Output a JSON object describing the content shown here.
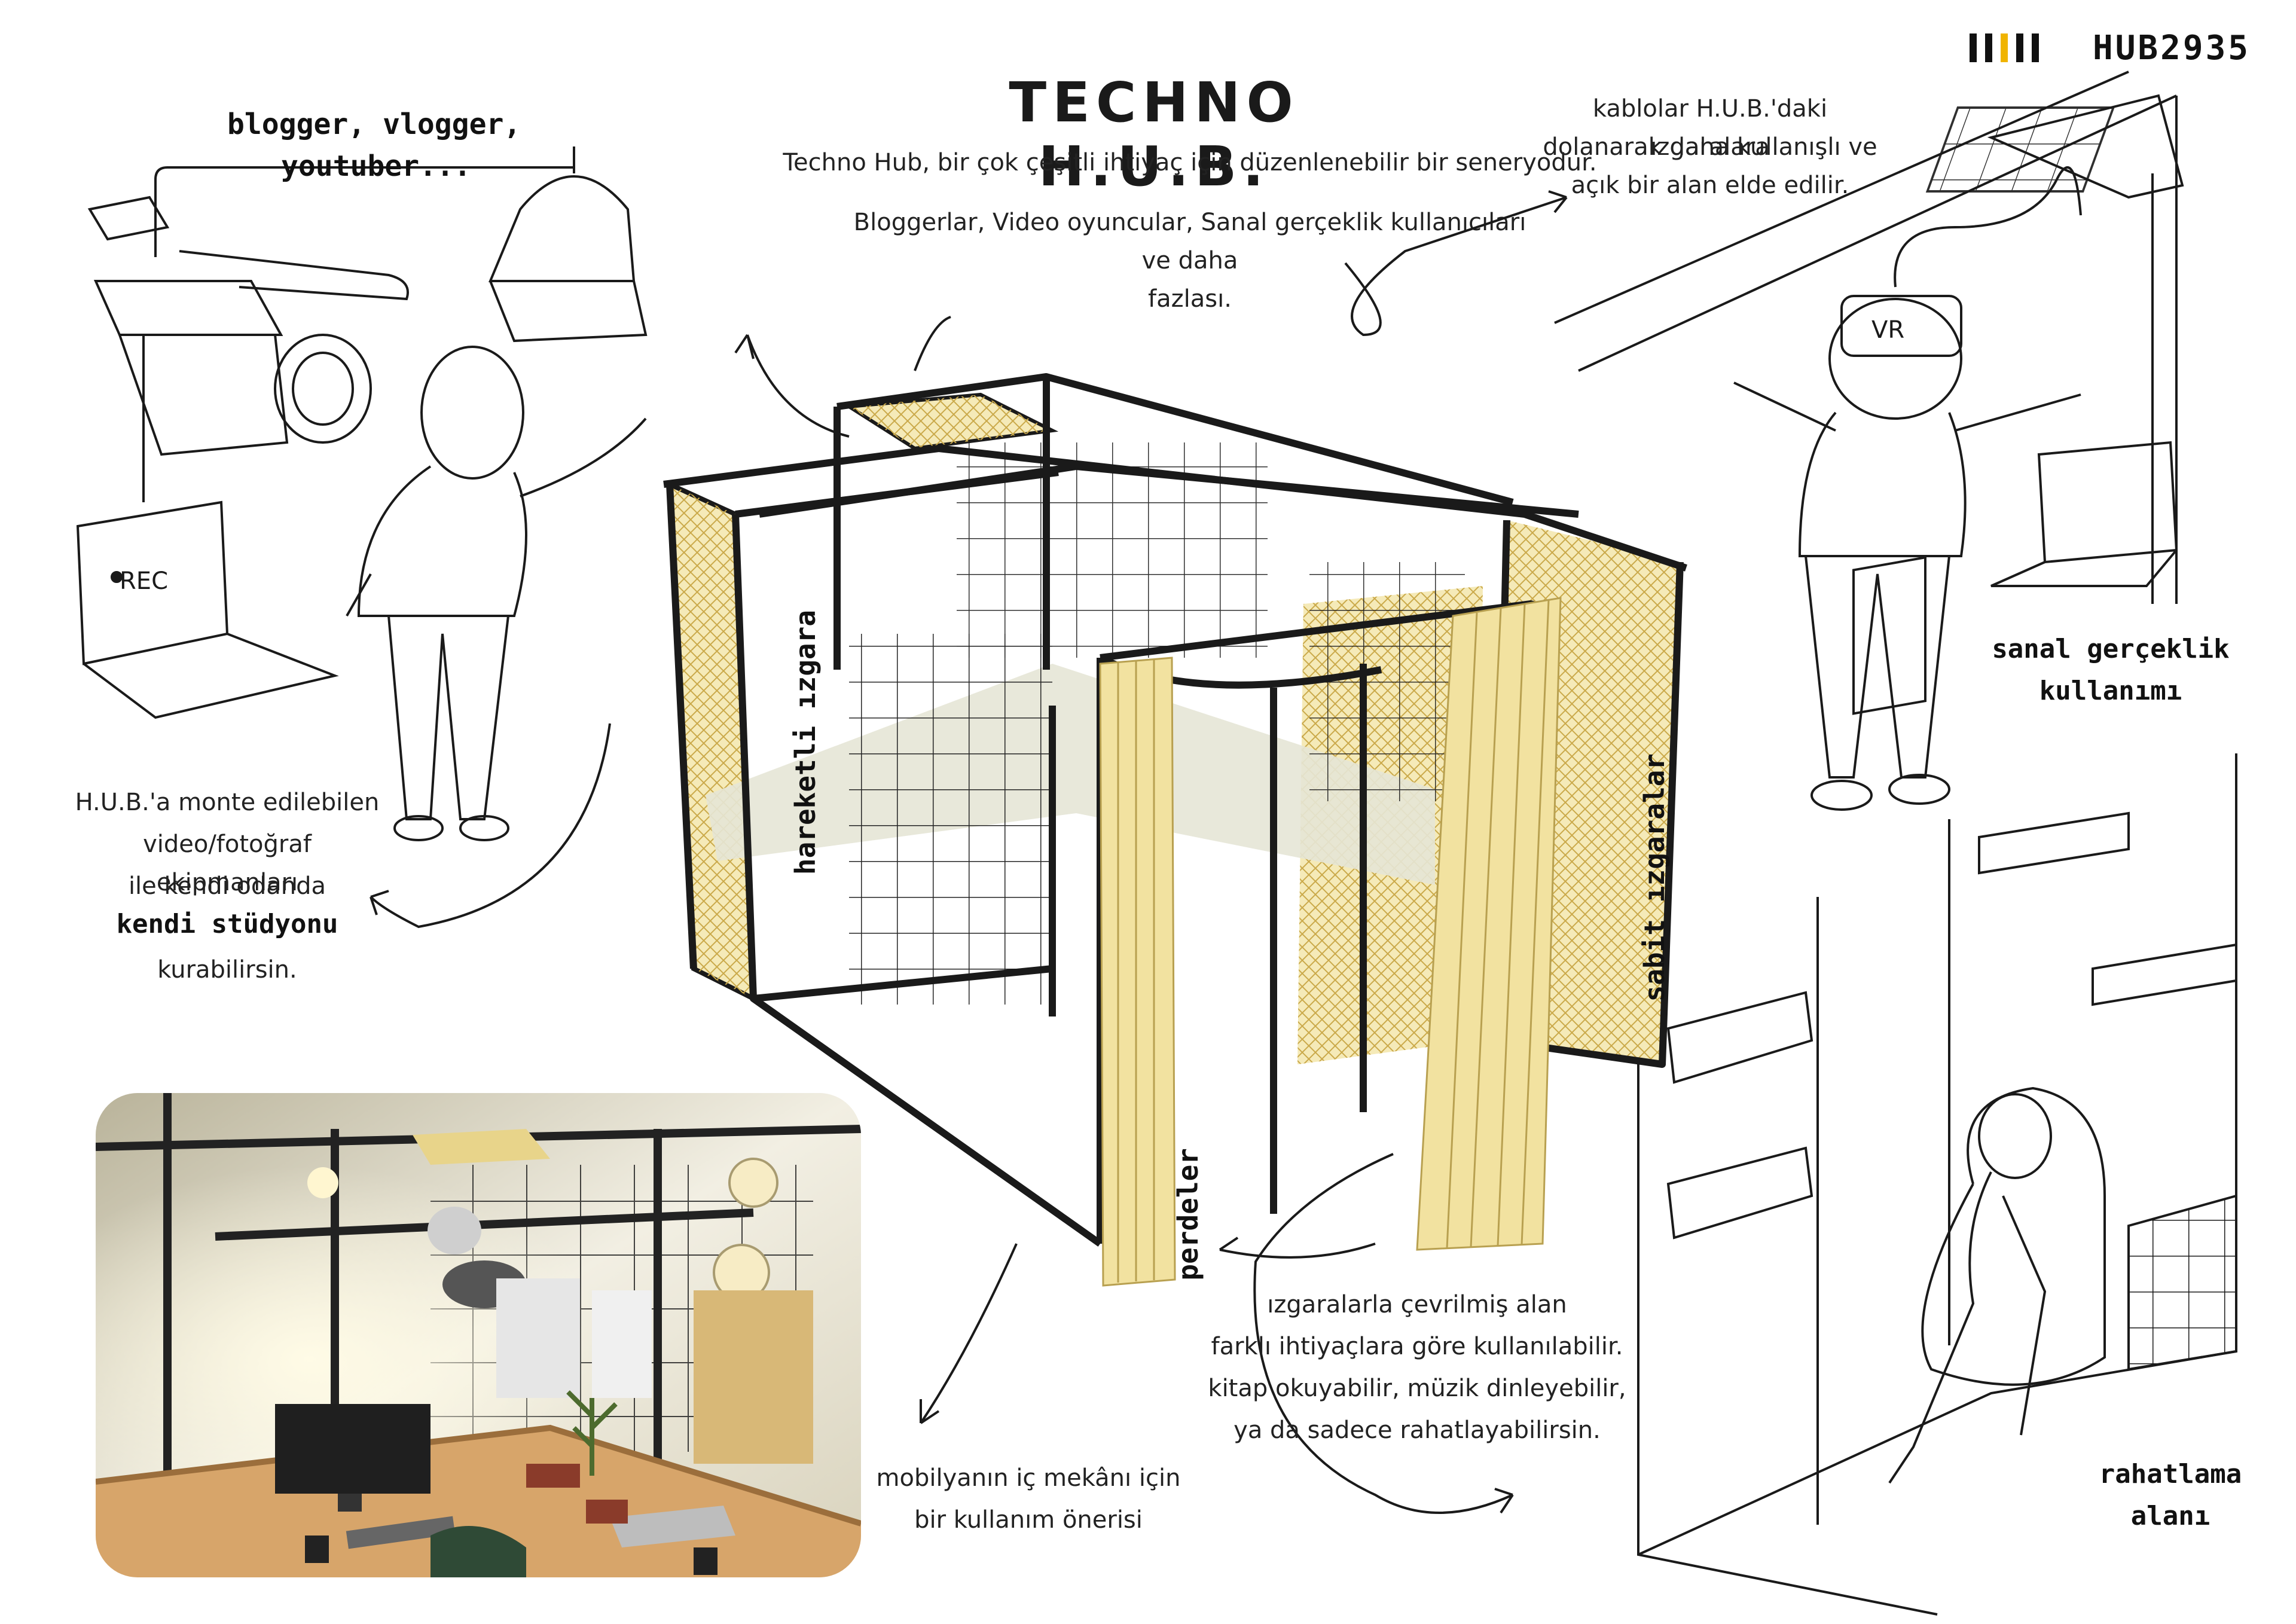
{
  "header": {
    "title": "TECHNO H.U.B.",
    "logo_bars": "IIIII",
    "code": "HUB2935"
  },
  "intro": {
    "line1": "Techno Hub, bir çok çeşitli ihtiyaç için düzenlenebilir bir seneryodur.",
    "line2": "Bloggerlar, Video oyuncular, Sanal gerçeklik kullanıcıları",
    "line3": "ve daha fazlası."
  },
  "blogger": {
    "line1": "blogger, vlogger,",
    "line2": "youtuber..."
  },
  "rec_label": "REC",
  "vr_label": "VR",
  "cables": {
    "line1": "kablolar H.U.B.'daki ızgaralara",
    "line2": "dolanarak daha kullanışlı ve",
    "line3": "açık bir alan elde edilir."
  },
  "studio": {
    "line1": "H.U.B.'a monte edilebilen",
    "line2": "video/fotoğraf ekipmanları",
    "line3": "ile kendi odanda",
    "line4": "kendi stüdyonu",
    "line5": "kurabilirsin."
  },
  "labels": {
    "movable_grid": "hareketli ızgara",
    "fixed_grids": "sabit ızgaralar",
    "curtains": "perdeler",
    "vr_use_1": "sanal gerçeklik",
    "vr_use_2": "kullanımı",
    "relax_1": "rahatlama",
    "relax_2": "alanı"
  },
  "furniture": {
    "line1": "mobilyanın iç mekânı için",
    "line2": "bir kullanım önerisi"
  },
  "enclosed": {
    "line1": "ızgaralarla çevrilmiş alan",
    "line2": "farklı ihtiyaçlara göre kullanılabilir.",
    "line3": "kitap okuyabilir, müzik dinleyebilir,",
    "line4": "ya da sadece rahatlayabilirsin."
  },
  "colors": {
    "accent_yellow": "#f2e2a0",
    "logo_yellow": "#f0b400",
    "frame_black": "#1a1a1a",
    "shelf_grey": "#dcdcc8"
  }
}
